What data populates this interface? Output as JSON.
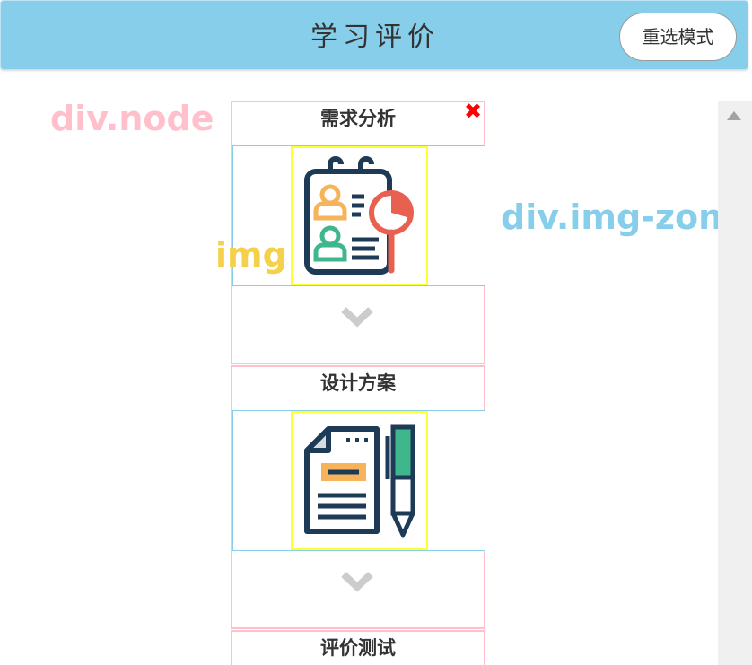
{
  "header": {
    "title": "学习评价",
    "reselect_label": "重选模式"
  },
  "annotations": {
    "node": "div.node",
    "img_zone": "div.img-zone",
    "img": "img"
  },
  "nodes": [
    {
      "title": "需求分析",
      "icon": "requirements-analysis-icon",
      "close": "✖"
    },
    {
      "title": "设计方案",
      "icon": "design-plan-icon"
    },
    {
      "title": "评价测试"
    }
  ],
  "colors": {
    "header_bg": "#87ceeb",
    "node_border": "#ffc0cb",
    "zone_border": "#87ceeb",
    "img_border": "#ffff33",
    "close": "#ff0000",
    "chevron": "#cccccc"
  }
}
